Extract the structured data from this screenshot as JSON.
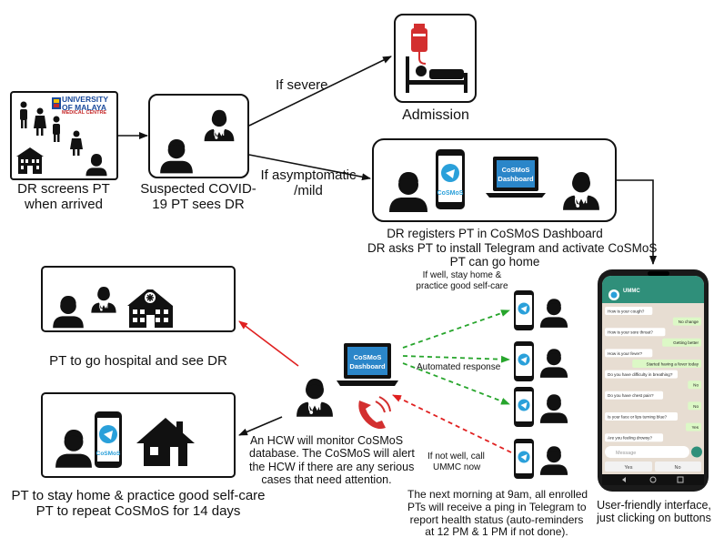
{
  "logo": {
    "line1": "UNIVERSITY",
    "line2": "OF MALAYA",
    "line3": "MEDICAL CENTRE"
  },
  "steps": {
    "screen": {
      "line1": "DR screens PT",
      "line2": "when arrived"
    },
    "suspect": {
      "line1": "Suspected COVID-",
      "line2": "19 PT sees DR"
    },
    "admission": "Admission",
    "register": {
      "line1": "DR registers PT in CoSMoS Dashboard",
      "line2": "DR asks PT to install Telegram and activate CoSMoS",
      "line3": "PT can go home"
    },
    "hospital": "PT to go hospital and see DR",
    "home": {
      "line1": "PT to stay home & practice good self-care",
      "line2": "PT to repeat CoSMoS for 14 days"
    },
    "monitor": {
      "line1": "An HCW will monitor CoSMoS",
      "line2": "database. The CoSMoS will alert",
      "line3": "the HCW if there are any serious",
      "line4": "cases that need attention."
    },
    "ping": {
      "line1": "The next morning at 9am, all enrolled",
      "line2": "PTs will receive a ping in Telegram to",
      "line3": "report health status (auto-reminders",
      "line4": "at 12 PM & 1 PM if not done)."
    },
    "interface": {
      "line1": "User-friendly interface,",
      "line2": "just clicking on buttons"
    }
  },
  "edges": {
    "severe": "If severe",
    "mild": {
      "line1": "If asymptomatic",
      "line2": "/mild"
    },
    "well": {
      "line1": "If well, stay home &",
      "line2": "practice good self-care"
    },
    "auto": "Automated response",
    "notwell": {
      "line1": "If not well, call",
      "line2": "UMMC now"
    }
  },
  "devices": {
    "phone_label": "CoSMoS",
    "laptop_line1": "CoSMoS",
    "laptop_line2": "Dashboard"
  },
  "chat": {
    "header": "UMMC",
    "messages": [
      {
        "text": "How is your cough?",
        "side": "in"
      },
      {
        "text": "No change",
        "side": "out"
      },
      {
        "text": "How is your sore throat?",
        "side": "in"
      },
      {
        "text": "Getting better",
        "side": "out"
      },
      {
        "text": "How is your fever?",
        "side": "in"
      },
      {
        "text": "Started having a fever today",
        "side": "out"
      },
      {
        "text": "Do you have difficulty in breathing?",
        "side": "in"
      },
      {
        "text": "No",
        "side": "out"
      },
      {
        "text": "Do you have chest pain?",
        "side": "in"
      },
      {
        "text": "No",
        "side": "out"
      },
      {
        "text": "Is your face or lips turning blue?",
        "side": "in"
      },
      {
        "text": "Yes",
        "side": "out"
      },
      {
        "text": "Are you feeling drowsy?",
        "side": "in"
      }
    ],
    "input_placeholder": "Message",
    "btn_yes": "Yes",
    "btn_no": "No"
  },
  "colors": {
    "accent_blue": "#2b86c9",
    "alert_red": "#e02020",
    "ok_green": "#27a52c",
    "telegram": "#2aa0da"
  }
}
